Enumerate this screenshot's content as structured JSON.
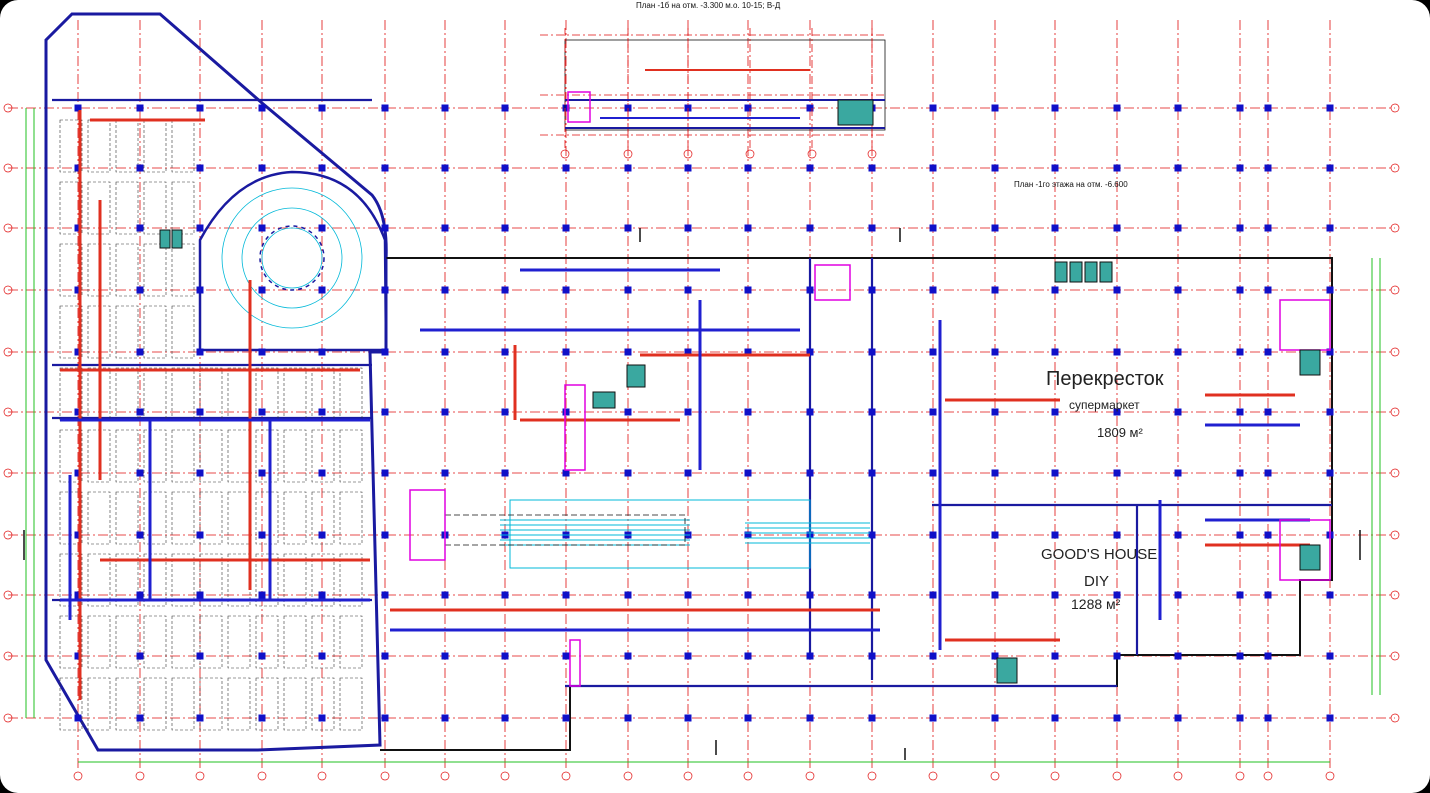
{
  "drawing": {
    "plan_top_title": "План -1б на отм. -3.300 м.о. 10-15; В-Д",
    "plan_main_title": "План -1го этажа на отм. -6.600",
    "zones": [
      {
        "name": "Перекресток",
        "subtitle": "супермаркет",
        "area": "1809 м²"
      },
      {
        "name": "GOOD'S HOUSE",
        "subtitle": "DIY",
        "area": "1288 м²"
      }
    ]
  },
  "colors": {
    "walls": "#1a1aa0",
    "columns": "#1010c8",
    "axes": "#e01010",
    "ducts_supply": "#e03020",
    "ducts_exhaust": "#2020d0",
    "pipes_cyan": "#00b8d8",
    "magenta": "#e000e0",
    "green": "#20c020",
    "black": "#000000"
  }
}
